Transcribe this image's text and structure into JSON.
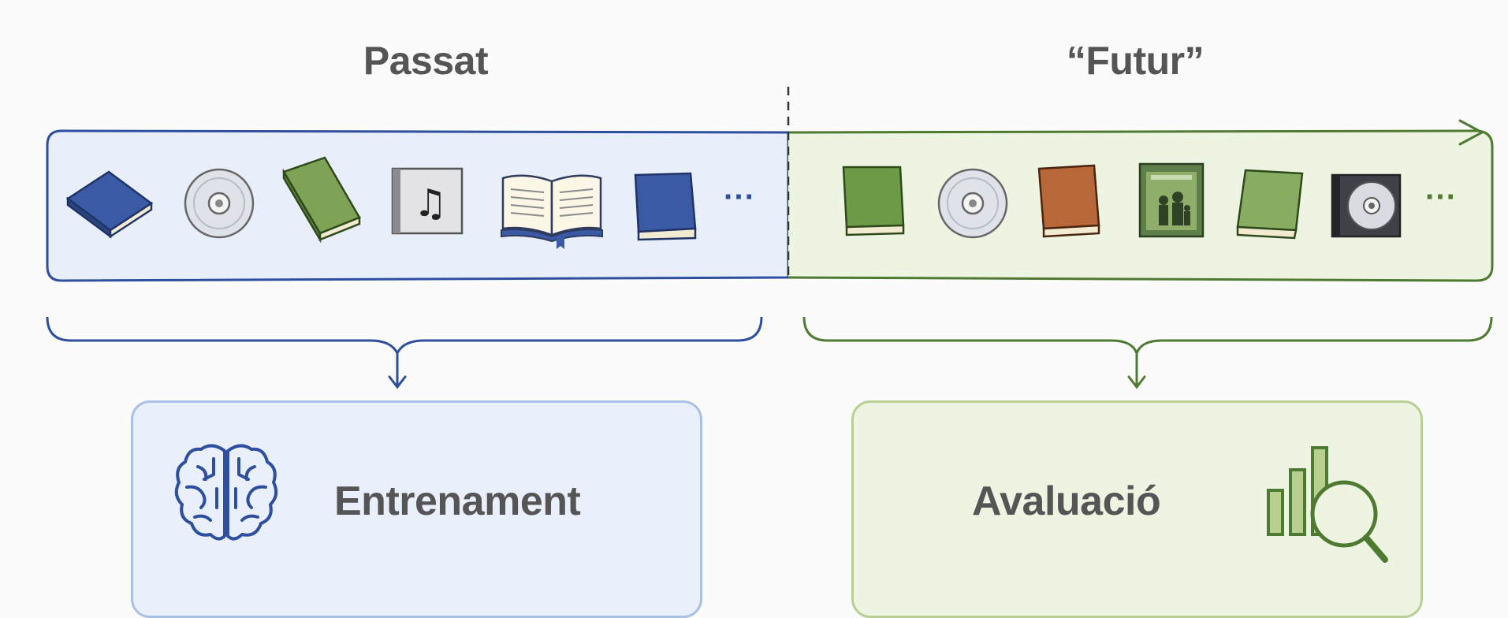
{
  "titles": {
    "past": "Passat",
    "future": "“Futur”"
  },
  "timeline": {
    "past_items": [
      "book-icon",
      "cd-icon",
      "book-icon",
      "music-album-icon",
      "open-book-icon",
      "book-icon"
    ],
    "future_items": [
      "book-icon",
      "cd-icon",
      "book-icon",
      "movie-poster-icon",
      "book-icon",
      "cd-case-icon"
    ],
    "past_more": "···",
    "future_more": "···"
  },
  "phases": {
    "train_label": "Entrenament",
    "eval_label": "Avaluació"
  },
  "colors": {
    "past_stroke": "#2e4f9e",
    "past_fill": "#e8eefa",
    "future_stroke": "#4f7a32",
    "future_fill": "#eef4e2",
    "title_text": "#555555"
  }
}
